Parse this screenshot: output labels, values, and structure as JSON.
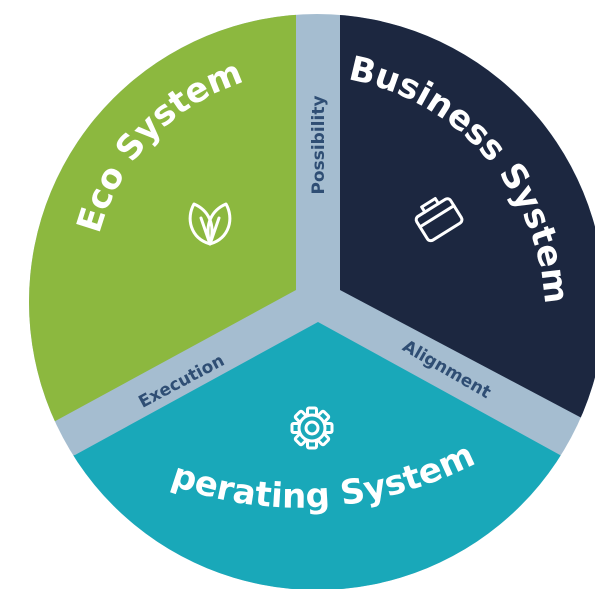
{
  "colors": {
    "eco": "#8cb83f",
    "business": "#1c2740",
    "operating": "#19a8b9",
    "divider": "#a5bdd0",
    "divider_text": "#2f4e74",
    "label_text": "#ffffff"
  },
  "segments": {
    "eco": {
      "label": "Eco System",
      "icon": "leaf-icon"
    },
    "business": {
      "label": "Business System",
      "icon": "briefcase-icon"
    },
    "operating": {
      "label": "Operating System",
      "icon": "gear-icon"
    }
  },
  "dividers": {
    "top": "Possibility",
    "left": "Execution",
    "right": "Alignment"
  }
}
